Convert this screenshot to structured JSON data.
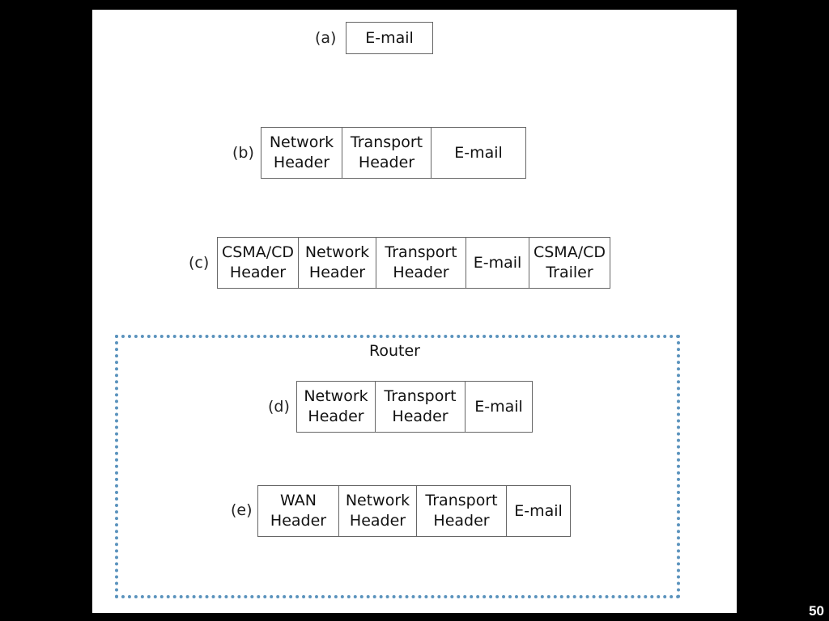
{
  "diagram": {
    "router_label": "Router",
    "rows": [
      {
        "label": "(a)",
        "segments": [
          {
            "lines": [
              "E-mail"
            ]
          }
        ]
      },
      {
        "label": "(b)",
        "segments": [
          {
            "lines": [
              "Network",
              "Header"
            ]
          },
          {
            "lines": [
              "Transport",
              "Header"
            ]
          },
          {
            "lines": [
              "E-mail"
            ]
          }
        ]
      },
      {
        "label": "(c)",
        "segments": [
          {
            "lines": [
              "CSMA/CD",
              "Header"
            ]
          },
          {
            "lines": [
              "Network",
              "Header"
            ]
          },
          {
            "lines": [
              "Transport",
              "Header"
            ]
          },
          {
            "lines": [
              "E-mail"
            ]
          },
          {
            "lines": [
              "CSMA/CD",
              "Trailer"
            ]
          }
        ]
      },
      {
        "label": "(d)",
        "segments": [
          {
            "lines": [
              "Network",
              "Header"
            ]
          },
          {
            "lines": [
              "Transport",
              "Header"
            ]
          },
          {
            "lines": [
              "E-mail"
            ]
          }
        ]
      },
      {
        "label": "(e)",
        "segments": [
          {
            "lines": [
              "WAN",
              "Header"
            ]
          },
          {
            "lines": [
              "Network",
              "Header"
            ]
          },
          {
            "lines": [
              "Transport",
              "Header"
            ]
          },
          {
            "lines": [
              "E-mail"
            ]
          }
        ]
      }
    ]
  },
  "page_number": "50"
}
